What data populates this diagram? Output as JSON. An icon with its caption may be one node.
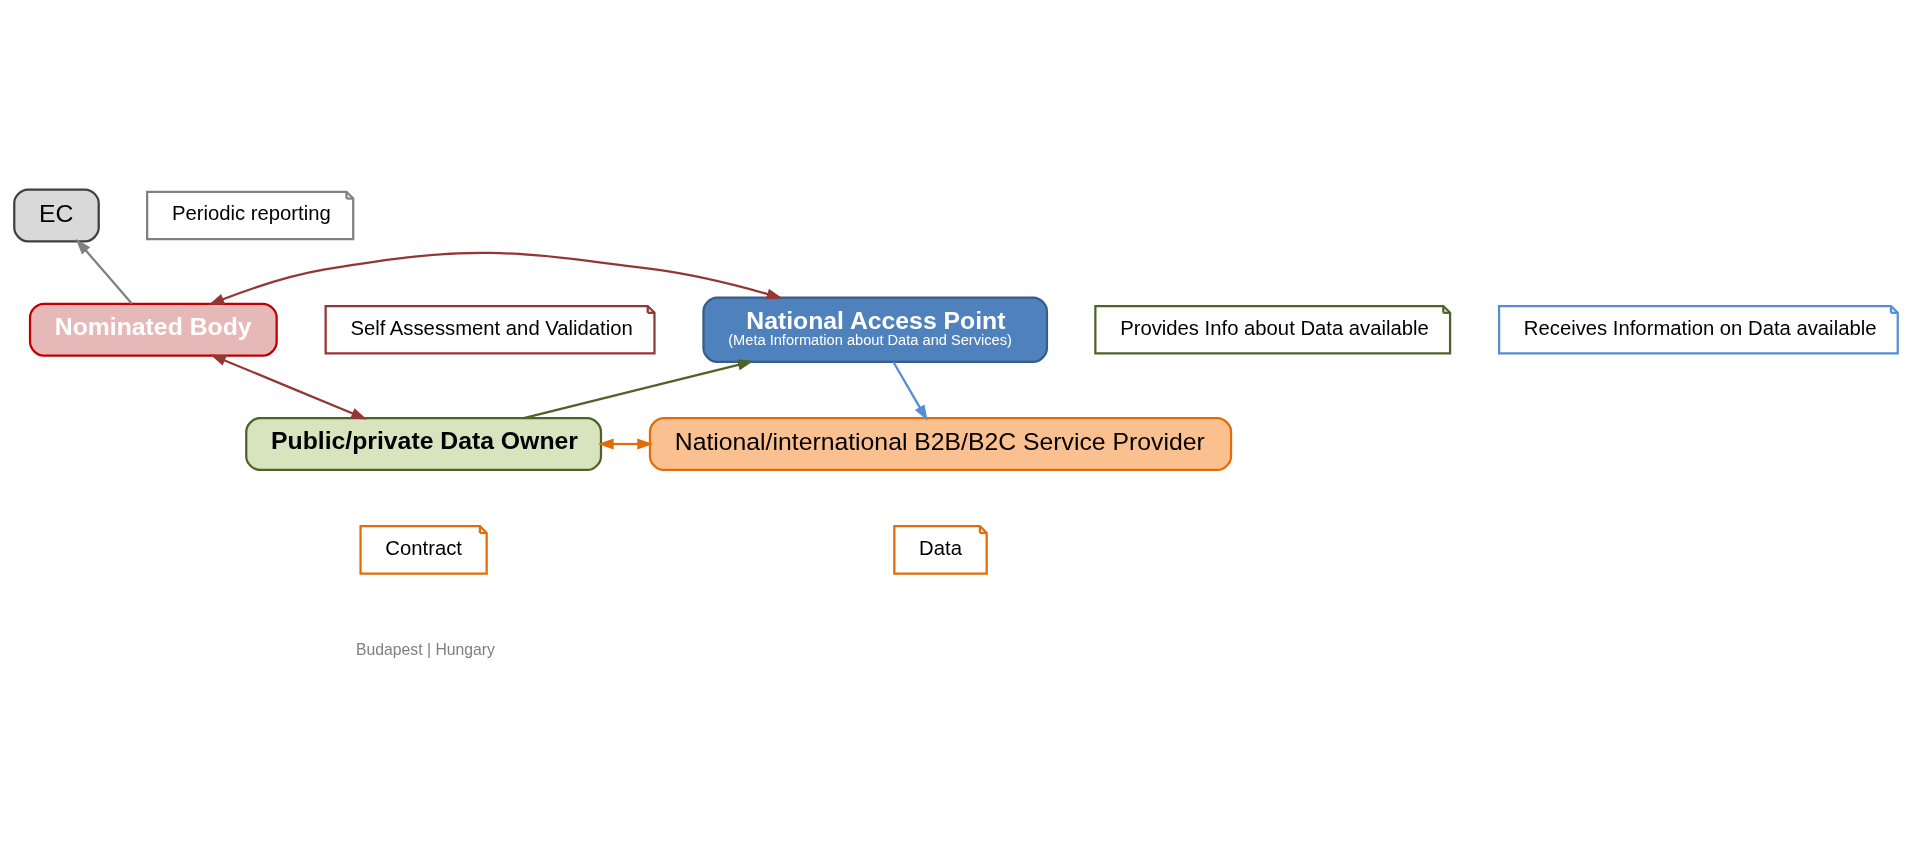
{
  "diagram": {
    "nodes": [
      {
        "text": [
          "EC"
        ]
      },
      {
        "text": [
          "Nominated Body"
        ]
      },
      {
        "text": [
          "National Access Point",
          "(Meta Information about Data and Services)"
        ]
      },
      {
        "text": [
          "Public/private Data Owner"
        ]
      },
      {
        "text": [
          "National/international B2B/B2C Service Provider"
        ]
      },
      {
        "text": [
          "Periodic reporting"
        ]
      },
      {
        "text": [
          "Self Assessment and Validation"
        ]
      },
      {
        "text": [
          "Provides Info about Data available"
        ]
      },
      {
        "text": [
          "Receives Information on Data available"
        ]
      },
      {
        "text": [
          "Contract"
        ]
      },
      {
        "text": [
          "Data"
        ]
      }
    ],
    "edges": [
      {
        "from": 1,
        "to": 0,
        "arrow": "to",
        "color": "#808080"
      },
      {
        "from": 1,
        "to": 2,
        "arrow": "both",
        "color": "#943634"
      },
      {
        "from": 1,
        "to": 3,
        "arrow": "both",
        "color": "#943634"
      },
      {
        "from": 3,
        "to": 2,
        "arrow": "to",
        "color": "#4f6228"
      },
      {
        "from": 2,
        "to": 4,
        "arrow": "to",
        "color": "#558ed5"
      },
      {
        "from": 3,
        "to": 4,
        "arrow": "both",
        "color": "#e36c09"
      }
    ],
    "labels": [
      "Budapest | Hungary"
    ]
  }
}
